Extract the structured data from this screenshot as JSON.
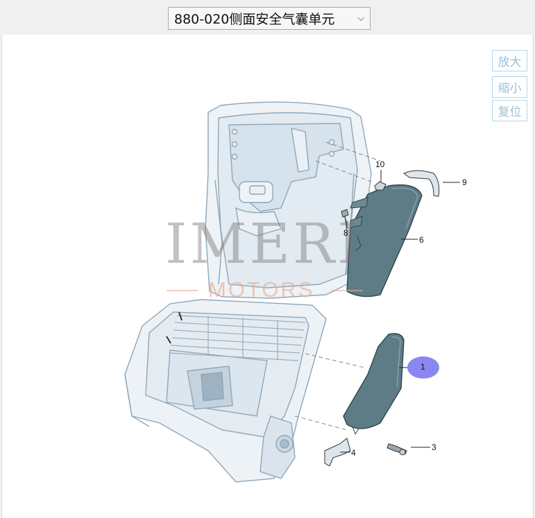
{
  "header": {
    "diagram_select_value": "880-020侧面安全气囊单元"
  },
  "zoom_controls": {
    "zoom_in": "放大",
    "zoom_out": "缩小",
    "reset": "复位"
  },
  "watermark": {
    "brand": "IMERI",
    "sub": "MOTORS"
  },
  "callouts": {
    "c1": "1",
    "c3": "3",
    "c4": "4",
    "c6": "6",
    "c8": "8",
    "c9": "9",
    "c10": "10"
  },
  "colors": {
    "part_fill": "#5d7c86",
    "frame_line": "#8fa6b8",
    "highlight": "#8a87f2"
  }
}
